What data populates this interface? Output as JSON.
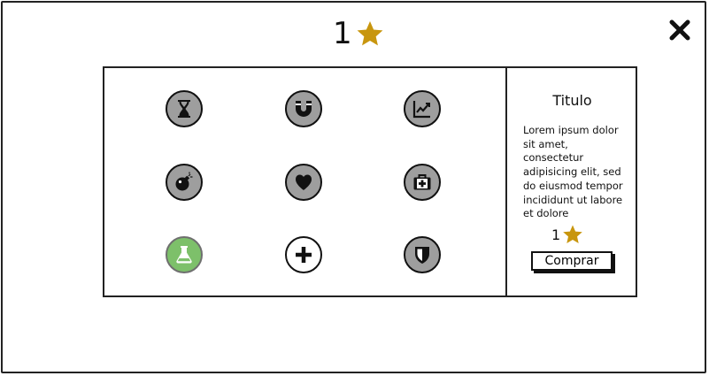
{
  "header": {
    "score": "1",
    "score_icon": "star-icon",
    "close_icon": "close-icon"
  },
  "colors": {
    "star": "#c8960e",
    "icon_fill": "#9e9e9e",
    "icon_selected": "#7dc06a"
  },
  "grid_items": [
    {
      "icon": "hourglass-icon",
      "state": "default"
    },
    {
      "icon": "magnet-icon",
      "state": "default"
    },
    {
      "icon": "chart-line-icon",
      "state": "default"
    },
    {
      "icon": "bomb-icon",
      "state": "default"
    },
    {
      "icon": "heart-icon",
      "state": "default"
    },
    {
      "icon": "medkit-icon",
      "state": "default"
    },
    {
      "icon": "flask-icon",
      "state": "selected"
    },
    {
      "icon": "plus-icon",
      "state": "white"
    },
    {
      "icon": "shield-icon",
      "state": "default"
    }
  ],
  "detail": {
    "title": "Titulo",
    "description": "Lorem ipsum dolor sit amet, consectetur adipisicing elit, sed do eiusmod tempor incididunt ut labore et dolore",
    "cost": "1",
    "buy_label": "Comprar"
  }
}
